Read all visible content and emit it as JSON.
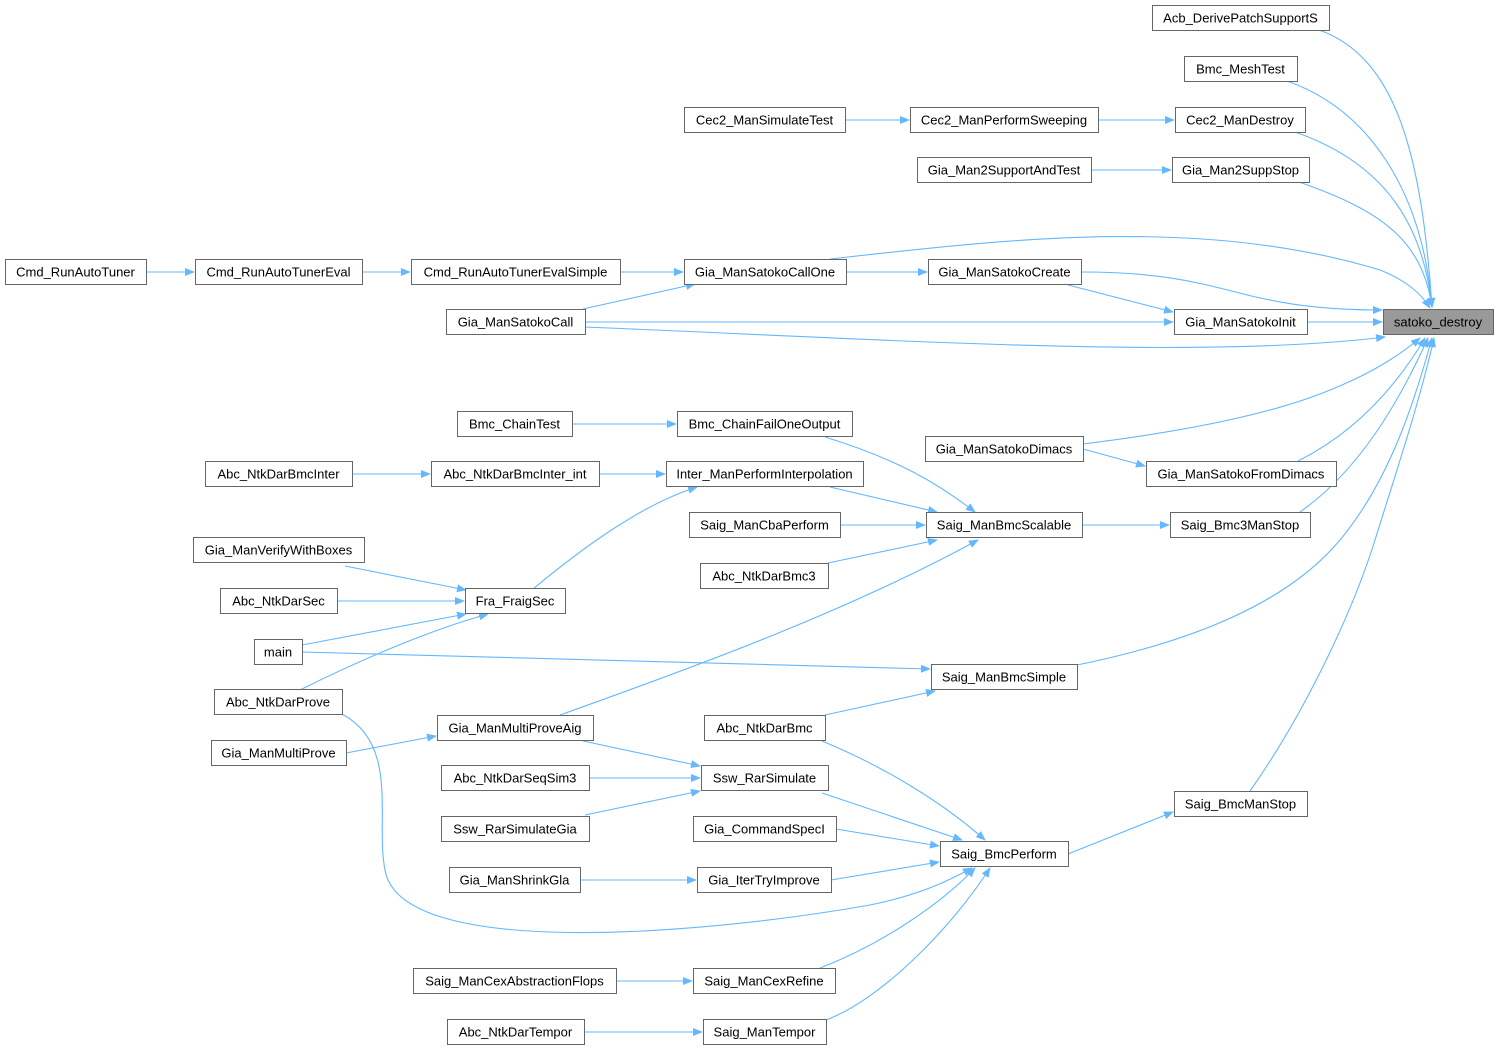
{
  "graph": {
    "root": "satoko_destroy",
    "colors": {
      "edge": "#63b8ff",
      "root_fill": "#999999",
      "node_border": "#666666"
    },
    "nodes": [
      {
        "id": "satoko_destroy",
        "label": "satoko_destroy"
      },
      {
        "id": "Acb_DerivePatchSupportS",
        "label": "Acb_DerivePatchSupportS"
      },
      {
        "id": "Bmc_MeshTest",
        "label": "Bmc_MeshTest"
      },
      {
        "id": "Cec2_ManDestroy",
        "label": "Cec2_ManDestroy"
      },
      {
        "id": "Gia_Man2SuppStop",
        "label": "Gia_Man2SuppStop"
      },
      {
        "id": "Gia_ManSatokoInit",
        "label": "Gia_ManSatokoInit"
      },
      {
        "id": "Gia_ManSatokoFromDimacs",
        "label": "Gia_ManSatokoFromDimacs"
      },
      {
        "id": "Saig_Bmc3ManStop",
        "label": "Saig_Bmc3ManStop"
      },
      {
        "id": "Saig_BmcManStop",
        "label": "Saig_BmcManStop"
      },
      {
        "id": "Cec2_ManPerformSweeping",
        "label": "Cec2_ManPerformSweeping"
      },
      {
        "id": "Gia_Man2SupportAndTest",
        "label": "Gia_Man2SupportAndTest"
      },
      {
        "id": "Gia_ManSatokoCreate",
        "label": "Gia_ManSatokoCreate"
      },
      {
        "id": "Gia_ManSatokoDimacs",
        "label": "Gia_ManSatokoDimacs"
      },
      {
        "id": "Saig_ManBmcScalable",
        "label": "Saig_ManBmcScalable"
      },
      {
        "id": "Saig_ManBmcSimple",
        "label": "Saig_ManBmcSimple"
      },
      {
        "id": "Saig_BmcPerform",
        "label": "Saig_BmcPerform"
      },
      {
        "id": "Cec2_ManSimulateTest",
        "label": "Cec2_ManSimulateTest"
      },
      {
        "id": "Gia_ManSatokoCallOne",
        "label": "Gia_ManSatokoCallOne"
      },
      {
        "id": "Bmc_ChainFailOneOutput",
        "label": "Bmc_ChainFailOneOutput"
      },
      {
        "id": "Inter_ManPerformInterpolation",
        "label": "Inter_ManPerformInterpolation"
      },
      {
        "id": "Saig_ManCbaPerform",
        "label": "Saig_ManCbaPerform"
      },
      {
        "id": "Abc_NtkDarBmc3",
        "label": "Abc_NtkDarBmc3"
      },
      {
        "id": "Abc_NtkDarBmc",
        "label": "Abc_NtkDarBmc"
      },
      {
        "id": "Ssw_RarSimulate",
        "label": "Ssw_RarSimulate"
      },
      {
        "id": "Gia_CommandSpecI",
        "label": "Gia_CommandSpecI"
      },
      {
        "id": "Gia_IterTryImprove",
        "label": "Gia_IterTryImprove"
      },
      {
        "id": "Saig_ManCexRefine",
        "label": "Saig_ManCexRefine"
      },
      {
        "id": "Saig_ManTempor",
        "label": "Saig_ManTempor"
      },
      {
        "id": "Cmd_RunAutoTunerEvalSimple",
        "label": "Cmd_RunAutoTunerEvalSimple"
      },
      {
        "id": "Gia_ManSatokoCall",
        "label": "Gia_ManSatokoCall"
      },
      {
        "id": "Bmc_ChainTest",
        "label": "Bmc_ChainTest"
      },
      {
        "id": "Abc_NtkDarBmcInter_int",
        "label": "Abc_NtkDarBmcInter_int"
      },
      {
        "id": "Fra_FraigSec",
        "label": "Fra_FraigSec"
      },
      {
        "id": "Gia_ManMultiProveAig",
        "label": "Gia_ManMultiProveAig"
      },
      {
        "id": "Abc_NtkDarSeqSim3",
        "label": "Abc_NtkDarSeqSim3"
      },
      {
        "id": "Ssw_RarSimulateGia",
        "label": "Ssw_RarSimulateGia"
      },
      {
        "id": "Gia_ManShrinkGla",
        "label": "Gia_ManShrinkGla"
      },
      {
        "id": "Saig_ManCexAbstractionFlops",
        "label": "Saig_ManCexAbstractionFlops"
      },
      {
        "id": "Abc_NtkDarTempor",
        "label": "Abc_NtkDarTempor"
      },
      {
        "id": "Cmd_RunAutoTunerEval",
        "label": "Cmd_RunAutoTunerEval"
      },
      {
        "id": "Abc_NtkDarBmcInter",
        "label": "Abc_NtkDarBmcInter"
      },
      {
        "id": "Gia_ManVerifyWithBoxes",
        "label": "Gia_ManVerifyWithBoxes"
      },
      {
        "id": "Abc_NtkDarSec",
        "label": "Abc_NtkDarSec"
      },
      {
        "id": "main",
        "label": "main"
      },
      {
        "id": "Abc_NtkDarProve",
        "label": "Abc_NtkDarProve"
      },
      {
        "id": "Gia_ManMultiProve",
        "label": "Gia_ManMultiProve"
      },
      {
        "id": "Cmd_RunAutoTuner",
        "label": "Cmd_RunAutoTuner"
      }
    ],
    "edges": [
      [
        "Acb_DerivePatchSupportS",
        "satoko_destroy"
      ],
      [
        "Bmc_MeshTest",
        "satoko_destroy"
      ],
      [
        "Cec2_ManSimulateTest",
        "Cec2_ManPerformSweeping"
      ],
      [
        "Cec2_ManPerformSweeping",
        "Cec2_ManDestroy"
      ],
      [
        "Cec2_ManDestroy",
        "satoko_destroy"
      ],
      [
        "Gia_Man2SupportAndTest",
        "Gia_Man2SuppStop"
      ],
      [
        "Gia_Man2SuppStop",
        "satoko_destroy"
      ],
      [
        "Cmd_RunAutoTuner",
        "Cmd_RunAutoTunerEval"
      ],
      [
        "Cmd_RunAutoTunerEval",
        "Cmd_RunAutoTunerEvalSimple"
      ],
      [
        "Cmd_RunAutoTunerEvalSimple",
        "Gia_ManSatokoCallOne"
      ],
      [
        "Gia_ManSatokoCallOne",
        "satoko_destroy"
      ],
      [
        "Gia_ManSatokoCallOne",
        "Gia_ManSatokoCreate"
      ],
      [
        "Gia_ManSatokoCreate",
        "satoko_destroy"
      ],
      [
        "Gia_ManSatokoCreate",
        "Gia_ManSatokoInit"
      ],
      [
        "Gia_ManSatokoCall",
        "Gia_ManSatokoCallOne"
      ],
      [
        "Gia_ManSatokoCall",
        "Gia_ManSatokoInit"
      ],
      [
        "Gia_ManSatokoCall",
        "satoko_destroy"
      ],
      [
        "Gia_ManSatokoInit",
        "satoko_destroy"
      ],
      [
        "Bmc_ChainTest",
        "Bmc_ChainFailOneOutput"
      ],
      [
        "Bmc_ChainFailOneOutput",
        "Saig_ManBmcScalable"
      ],
      [
        "Abc_NtkDarBmcInter",
        "Abc_NtkDarBmcInter_int"
      ],
      [
        "Abc_NtkDarBmcInter_int",
        "Inter_ManPerformInterpolation"
      ],
      [
        "Inter_ManPerformInterpolation",
        "Saig_ManBmcScalable"
      ],
      [
        "Gia_ManSatokoDimacs",
        "satoko_destroy"
      ],
      [
        "Gia_ManSatokoDimacs",
        "Gia_ManSatokoFromDimacs"
      ],
      [
        "Gia_ManSatokoFromDimacs",
        "satoko_destroy"
      ],
      [
        "Saig_ManCbaPerform",
        "Saig_ManBmcScalable"
      ],
      [
        "Abc_NtkDarBmc3",
        "Saig_ManBmcScalable"
      ],
      [
        "Saig_ManBmcScalable",
        "Saig_Bmc3ManStop"
      ],
      [
        "Saig_Bmc3ManStop",
        "satoko_destroy"
      ],
      [
        "Gia_ManVerifyWithBoxes",
        "Fra_FraigSec"
      ],
      [
        "Abc_NtkDarSec",
        "Fra_FraigSec"
      ],
      [
        "main",
        "Fra_FraigSec"
      ],
      [
        "Abc_NtkDarProve",
        "Fra_FraigSec"
      ],
      [
        "Fra_FraigSec",
        "Inter_ManPerformInterpolation"
      ],
      [
        "Gia_ManMultiProveAig",
        "Saig_ManBmcScalable"
      ],
      [
        "Gia_ManMultiProveAig",
        "Ssw_RarSimulate"
      ],
      [
        "main",
        "Saig_ManBmcSimple"
      ],
      [
        "Abc_NtkDarBmc",
        "Saig_ManBmcSimple"
      ],
      [
        "Saig_ManBmcSimple",
        "satoko_destroy"
      ],
      [
        "Gia_ManMultiProve",
        "Gia_ManMultiProveAig"
      ],
      [
        "Abc_NtkDarSeqSim3",
        "Ssw_RarSimulate"
      ],
      [
        "Ssw_RarSimulateGia",
        "Ssw_RarSimulate"
      ],
      [
        "Abc_NtkDarBmc",
        "Saig_BmcPerform"
      ],
      [
        "Ssw_RarSimulate",
        "Saig_BmcPerform"
      ],
      [
        "Gia_CommandSpecI",
        "Saig_BmcPerform"
      ],
      [
        "Gia_IterTryImprove",
        "Saig_BmcPerform"
      ],
      [
        "Abc_NtkDarProve",
        "Saig_BmcPerform"
      ],
      [
        "Saig_ManCexRefine",
        "Saig_BmcPerform"
      ],
      [
        "Saig_ManTempor",
        "Saig_BmcPerform"
      ],
      [
        "Gia_ManShrinkGla",
        "Gia_IterTryImprove"
      ],
      [
        "Saig_ManCexAbstractionFlops",
        "Saig_ManCexRefine"
      ],
      [
        "Abc_NtkDarTempor",
        "Saig_ManTempor"
      ],
      [
        "Saig_BmcPerform",
        "Saig_BmcManStop"
      ],
      [
        "Saig_BmcManStop",
        "satoko_destroy"
      ]
    ]
  }
}
